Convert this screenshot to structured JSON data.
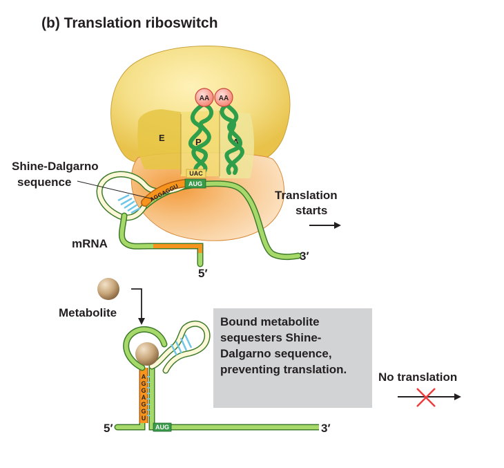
{
  "title": "(b)  Translation riboswitch",
  "labels": {
    "shine_dalgarno_line1": "Shine-Dalgarno",
    "shine_dalgarno_line2": "sequence",
    "mrna": "mRNA",
    "metabolite": "Metabolite",
    "translation_starts_line1": "Translation",
    "translation_starts_line2": "starts",
    "no_translation": "No translation",
    "five_prime_top": "5′",
    "three_prime_top": "3′",
    "five_prime_bottom": "5′",
    "three_prime_bottom": "3′"
  },
  "ribosome": {
    "site_e": "E",
    "site_p": "P",
    "site_a": "A",
    "amino_acid_1": "AA",
    "amino_acid_2": "AA",
    "anticodon": "UAC",
    "start_codon": "AUG",
    "sd_sequence": "AGGAGGU"
  },
  "bottom": {
    "start_codon": "AUG",
    "sd_letters": [
      "A",
      "G",
      "G",
      "A",
      "G",
      "G",
      "U"
    ]
  },
  "note": "Bound metabolite sequesters Shine-Dalgarno sequence, preventing translation.",
  "colors": {
    "ribosome_large": "#f4dc6c",
    "ribosome_small": "#f4a85a",
    "mrna_green": "#8dc63f",
    "sd_orange": "#f7941d",
    "aug_green": "#3a9a4a",
    "trna_green": "#2e9e4a",
    "aa_pink": "#f9a59a",
    "metabolite_tan": "#c8a67a",
    "note_gray": "#d1d3d4",
    "block_red": "#ee3b3b",
    "pairing_blue": "#6ec6e8"
  }
}
